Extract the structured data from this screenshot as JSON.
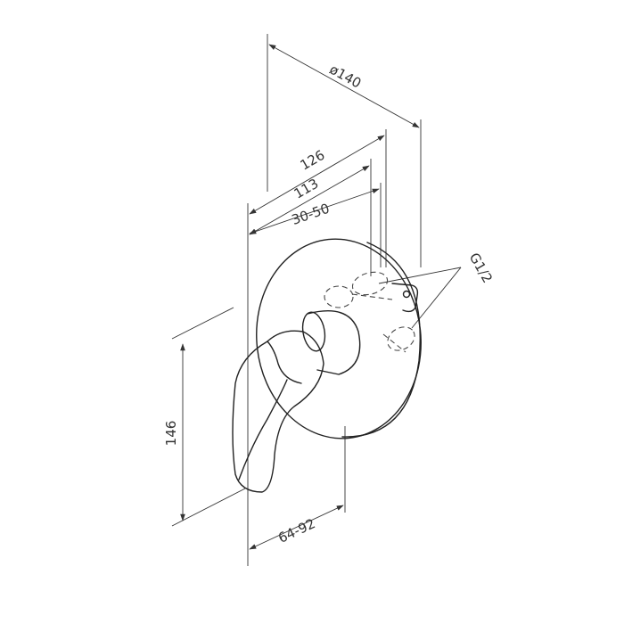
{
  "drawing": {
    "dimensions": {
      "diameter": "ø140",
      "depth_total": "126",
      "depth_mid": "113",
      "depth_range": "30-50",
      "height": "146",
      "wall_range": "64-92",
      "thread": "G1/2"
    },
    "colors": {
      "line": "#222222",
      "text": "#333333"
    }
  }
}
